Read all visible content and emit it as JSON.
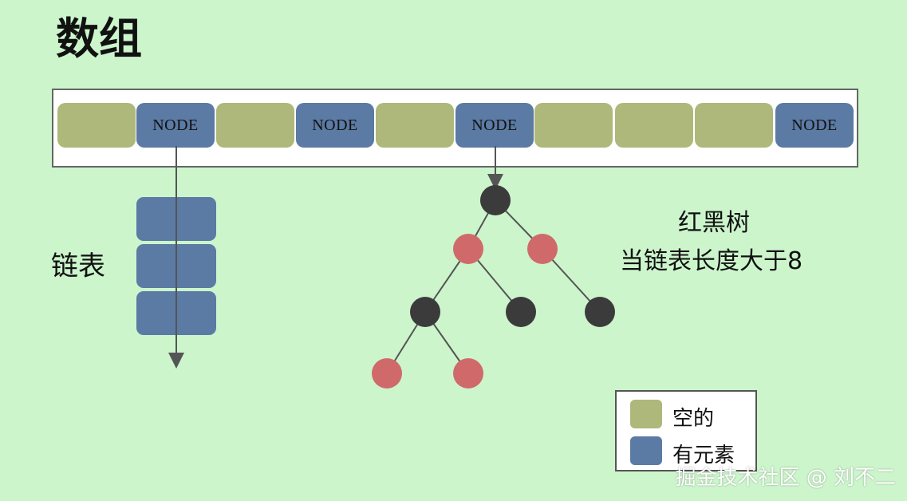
{
  "title": "数组",
  "array": {
    "cells": [
      {
        "type": "empty",
        "label": ""
      },
      {
        "type": "node",
        "label": "NODE"
      },
      {
        "type": "empty",
        "label": ""
      },
      {
        "type": "node",
        "label": "NODE"
      },
      {
        "type": "empty",
        "label": ""
      },
      {
        "type": "node",
        "label": "NODE"
      },
      {
        "type": "empty",
        "label": ""
      },
      {
        "type": "empty",
        "label": ""
      },
      {
        "type": "empty",
        "label": ""
      },
      {
        "type": "node",
        "label": "NODE"
      }
    ]
  },
  "linked_list": {
    "label": "链表",
    "node_count": 3
  },
  "red_black_tree": {
    "label": "红黑树",
    "condition": "当链表长度大于8",
    "nodes": [
      {
        "id": "root",
        "color": "black"
      },
      {
        "id": "l",
        "color": "red"
      },
      {
        "id": "r",
        "color": "red"
      },
      {
        "id": "ll",
        "color": "black"
      },
      {
        "id": "lr",
        "color": "black"
      },
      {
        "id": "rr",
        "color": "black"
      },
      {
        "id": "lll",
        "color": "red"
      },
      {
        "id": "llr",
        "color": "red"
      }
    ]
  },
  "legend": {
    "items": [
      {
        "label": "空的",
        "color": "#adb87a"
      },
      {
        "label": "有元素",
        "color": "#5b7aa4"
      }
    ]
  },
  "colors": {
    "background": "#ccf5cc",
    "empty": "#adb87a",
    "node": "#5b7aa4",
    "red": "#d06a6a",
    "black": "#3b3b3b"
  },
  "watermark": "掘金技术社区 @ 刘不二"
}
